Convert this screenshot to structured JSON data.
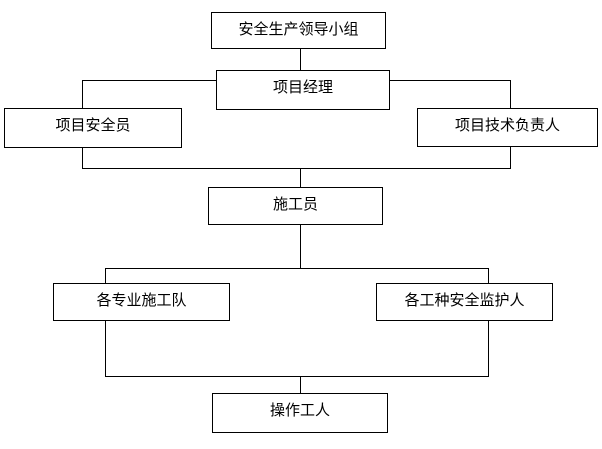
{
  "diagram": {
    "type": "org-chart",
    "colors": {
      "border": "#000000",
      "text": "#000000",
      "background": "#ffffff"
    },
    "nodes": [
      {
        "id": "safety-leadership-group",
        "label": "安全生产领导小组",
        "level": 1
      },
      {
        "id": "project-manager",
        "label": "项目经理",
        "level": 2
      },
      {
        "id": "project-safety-officer",
        "label": "项目安全员",
        "level": 3
      },
      {
        "id": "project-tech-director",
        "label": "项目技术负责人",
        "level": 3
      },
      {
        "id": "construction-officer",
        "label": "施工员",
        "level": 4
      },
      {
        "id": "specialty-crews",
        "label": "各专业施工队",
        "level": 5
      },
      {
        "id": "trade-safety-guardians",
        "label": "各工种安全监护人",
        "level": 5
      },
      {
        "id": "operating-workers",
        "label": "操作工人",
        "level": 6
      }
    ],
    "edges": [
      "安全生产领导小组 → 项目经理",
      "项目经理 → 项目安全员",
      "项目经理 → 项目技术负责人",
      "项目安全员/项目技术负责人 → 施工员",
      "施工员 → 各专业施工队",
      "施工员 → 各工种安全监护人",
      "各专业施工队/各工种安全监护人 → 操作工人"
    ]
  }
}
